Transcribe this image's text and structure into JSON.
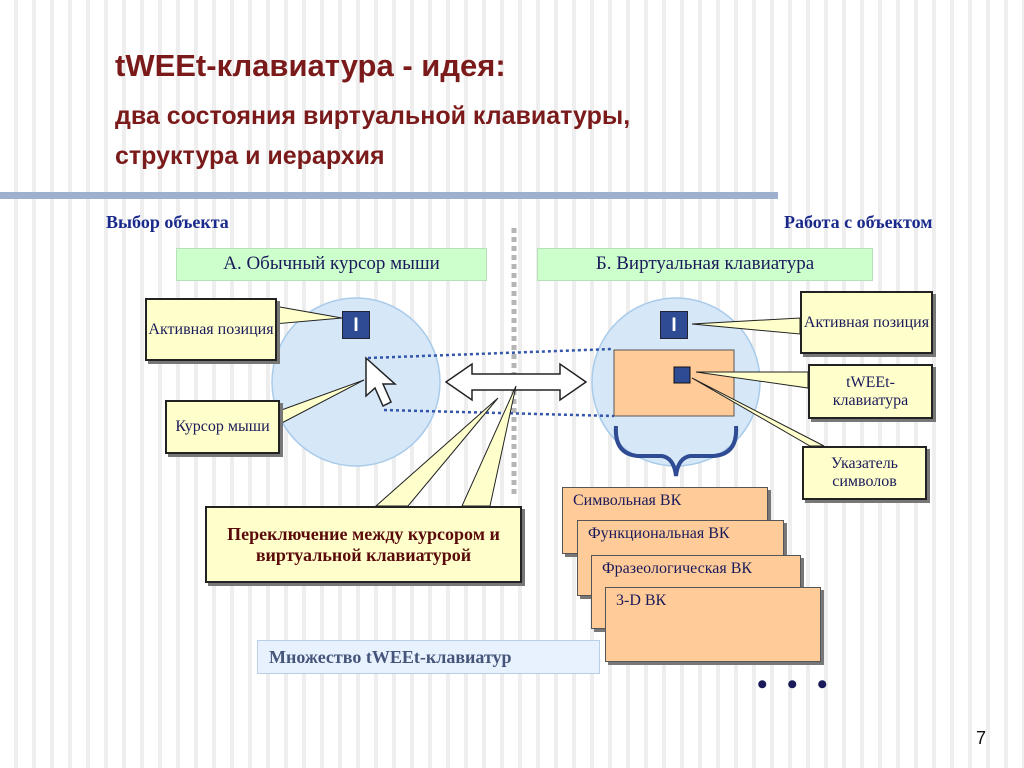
{
  "title": {
    "line1": "tWEEt-клавиатура - идея:",
    "line2": "два состояния виртуальной клавиатуры,",
    "line3": "структура и иерархия"
  },
  "columns": {
    "left_header": "Выбор объекта",
    "right_header": "Работа с объектом",
    "left_state": "А. Обычный курсор мыши",
    "right_state": "Б. Виртуальная клавиатура"
  },
  "callouts": {
    "active_position_left": "Активная позиция",
    "mouse_cursor": "Курсор мыши",
    "switching": "Переключение между курсором и виртуальной клавиатурой",
    "active_position_right": "Активная позиция",
    "tweet_keyboard": "tWEEt-клавиатура",
    "symbol_pointer": "Указатель символов"
  },
  "cursor_glyph": "I",
  "vk_stack": [
    "Символьная ВК",
    "Функциональная ВК",
    "Фразеологическая ВК",
    "3-D ВК"
  ],
  "set_label": "Множество tWEEt-клавиатур",
  "ellipsis": "• • •",
  "page_number": "7",
  "colors": {
    "title": "#7b1a1a",
    "header": "#1a2a8c",
    "circle_fill": "#d6e8f8",
    "circle_stroke": "#a9cbea",
    "state_box": "#ccffcc",
    "callout": "#ffffcc",
    "vk_card": "#ffcc99",
    "cursor_box": "#2f4b93",
    "dotted_line": "#3355aa"
  }
}
